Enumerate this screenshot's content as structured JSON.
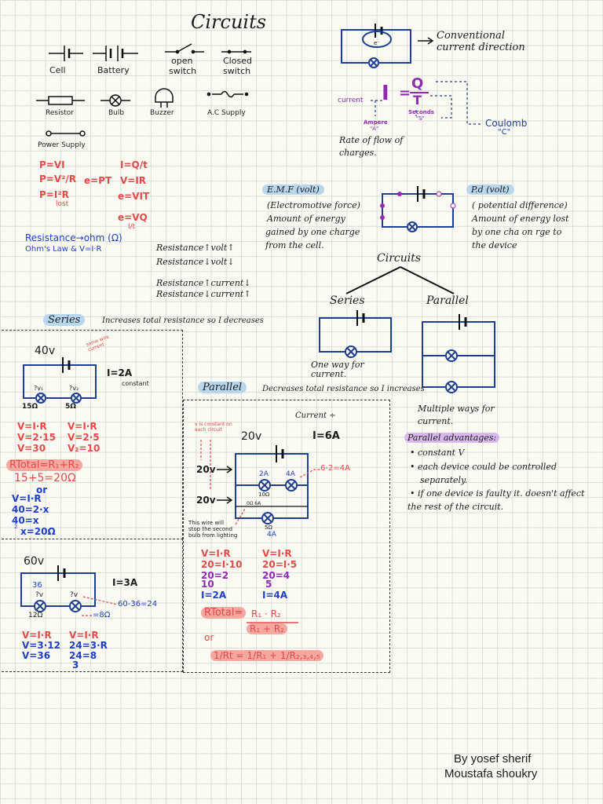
{
  "title": "Circuits",
  "symbols": {
    "cell": "Cell",
    "battery": "Battery",
    "open_switch_1": "open",
    "open_switch_2": "switch",
    "closed_switch_1": "Closed",
    "closed_switch_2": "switch",
    "resistor": "Resistor",
    "bulb": "Bulb",
    "buzzer": "Buzzer",
    "ac_supply": "A.C Supply",
    "power_supply": "Power Supply"
  },
  "power_formulas": {
    "p1": "P=VI",
    "p2": "P=V²/R",
    "p3": "P=I²R",
    "p3_note": "lost",
    "e1": "e=PT",
    "i1": "I=Q/t",
    "v1": "V=IR",
    "e2": "e=VIT",
    "e3": "e=VQ",
    "e3_note": "I/t"
  },
  "resistance": {
    "line1": "Resistance→ohm (Ω)",
    "line2": "Ohm's Law & V=I·R"
  },
  "relations": [
    "Resistance↑volt↑",
    "Resistance↓volt↓",
    "Resistance↑current↓",
    "Resistance↓current↑"
  ],
  "conventional": {
    "label_1": "Conventional",
    "label_2": "current direction",
    "electron": "e⁻"
  },
  "charge": {
    "equation_I": "I",
    "equation_eq": "=",
    "equation_Q": "Q",
    "equation_T": "T",
    "current": "current",
    "ampere": "Ampere",
    "ampere_unit": "\"A\"",
    "seconds": "Seconds",
    "seconds_unit": "\"S\"",
    "coulomb": "Coulomb",
    "coulomb_unit": "\"C\"",
    "desc_1": "Rate of flow of",
    "desc_2": "charges."
  },
  "emf": {
    "tag": "E.M.F (volt)",
    "line1": "(Electromotive force)",
    "line2": "Amount of energy",
    "line3": "gained by one charge",
    "line4": "from the cell."
  },
  "pd": {
    "tag": "P.d (volt)",
    "line1": "( potential difference)",
    "line2": "Amount of energy lost",
    "line3": "by one cha on rge to",
    "line4": "the device"
  },
  "tree": {
    "root": "Circuits",
    "series": "Series",
    "parallel": "Parallel"
  },
  "series_desc": {
    "line1": "One way for",
    "line2": "current."
  },
  "parallel_desc": {
    "line1": "Multiple ways for",
    "line2": "current."
  },
  "parallel_adv": {
    "title": "Parallel advantages:",
    "items": [
      "constant  V",
      "each device could be controlled",
      "separately.",
      "if one device is faulty it. doesn't affect",
      "the rest of the circuit."
    ]
  },
  "series_section": {
    "tag": "Series",
    "desc": "Increases total resistance so I decreases",
    "ex1": {
      "voltage": "40v",
      "current": "I=2A",
      "constant": "constant",
      "note": "same wire current",
      "v1": "?v₁",
      "v2": "?v₂",
      "r1": "15Ω",
      "r2": "5Ω",
      "left": [
        "V=I·R",
        "V=2·15",
        "V=30"
      ],
      "right": [
        "V=I·R",
        "V=2·5",
        "V₂=10"
      ],
      "rtotal": "RTotal=R₁+R₂",
      "sum": "15+5=20Ω",
      "or": "or",
      "alt": [
        "V=I·R",
        "40=2·x",
        "40=x",
        "2",
        "x=20Ω"
      ]
    },
    "ex2": {
      "voltage": "60v",
      "current": "I=3A",
      "v1": "36",
      "v1q": "?v",
      "v2q": "?v",
      "r1": "12Ω",
      "r2": "=8Ω",
      "diff": "60-36=24",
      "left": [
        "V=I·R",
        "V=3·12",
        "V=36"
      ],
      "right": [
        "V=I·R",
        "24=3·R",
        "24=8",
        "3"
      ]
    }
  },
  "parallel_section": {
    "tag": "Parallel",
    "desc": "Decreases total resistance so I increases",
    "current_note": "Current ÷",
    "voltage": "20v",
    "current": "I=6A",
    "v_const_note": "v is constant on each circuit",
    "branch_v1": "20v",
    "branch_v2": "20v",
    "i1": "2A",
    "i2": "4A",
    "r1": "10Ω",
    "diff": "6-2=4A",
    "zero": "0Ω 6A",
    "r3": "5Ω",
    "i3": "4A",
    "wire_note": [
      "This wire will",
      "stop the second",
      "bulb from lighting"
    ],
    "left": [
      "V=I·R",
      "20=I·10",
      "20=2",
      "10",
      "I=2A"
    ],
    "right": [
      "V=I·R",
      "20=I·5",
      "20=4",
      "5",
      "I=4A"
    ],
    "rtotal": "RTotal=",
    "r_num": "R₁ · R₂",
    "r_den": "R₁ + R₂",
    "or": "or",
    "inv": "1/Rt = 1/R₁ + 1/R₂,₃,₄,₅"
  },
  "authors": {
    "line1": "By yosef sherif",
    "line2": "Moustafa shoukry"
  },
  "colors": {
    "circuit": "#1f3f8f",
    "red": "#e34a4a",
    "blue": "#1f3fc4",
    "purple": "#8f2bb0"
  }
}
